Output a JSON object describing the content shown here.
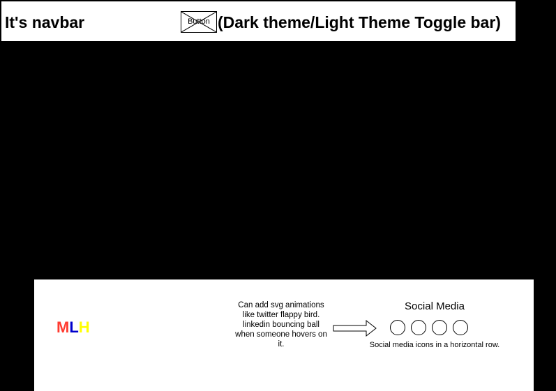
{
  "navbar": {
    "title": "It's navbar",
    "toggle_button_label": "Button",
    "toggle_note": "(Dark theme/Light Theme Toggle bar)"
  },
  "footer": {
    "logo": {
      "letters": [
        {
          "char": "M",
          "color": "#ff3b30"
        },
        {
          "char": "L",
          "color": "#0000cc"
        },
        {
          "char": "H",
          "color": "#ffff00"
        }
      ]
    },
    "svg_note": "Can add svg animations like twitter flappy bird. linkedin bouncing ball when someone hovers on it.",
    "social_title": "Social Media",
    "social_icons": [
      "circle-icon",
      "circle-icon",
      "circle-icon",
      "circle-icon"
    ],
    "social_note": "Social media icons in a horizontal row."
  },
  "colors": {
    "background": "#000000",
    "panel": "#ffffff"
  }
}
